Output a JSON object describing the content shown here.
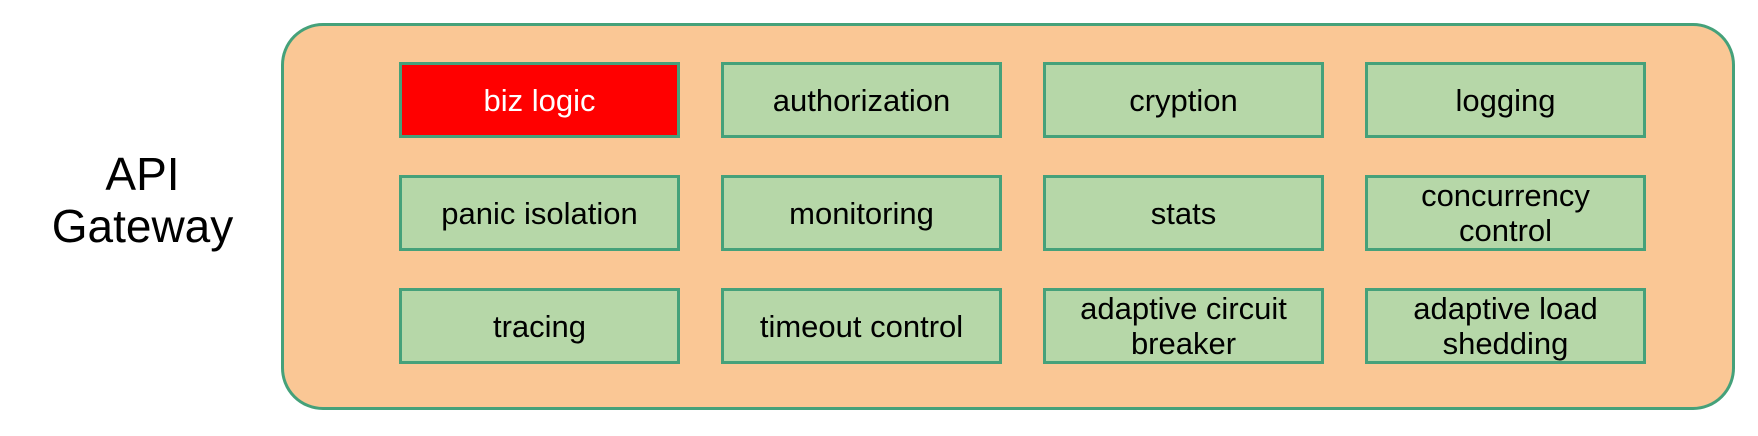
{
  "diagram": {
    "left_label": "API\nGateway",
    "container": {
      "name": "api-gateway-container",
      "fill_color": "#FAC795",
      "border_color": "#45A17A"
    },
    "box_style": {
      "fill_color": "#B6D7A8",
      "border_color": "#45A17A",
      "text_color": "#000000",
      "highlight_fill_color": "#FF0000",
      "highlight_text_color": "#FFFFFF"
    },
    "rows": [
      {
        "row_index": 1,
        "boxes": [
          {
            "label": "biz logic",
            "highlight": true
          },
          {
            "label": "authorization",
            "highlight": false
          },
          {
            "label": "cryption",
            "highlight": false
          },
          {
            "label": "logging",
            "highlight": false
          }
        ]
      },
      {
        "row_index": 2,
        "boxes": [
          {
            "label": "panic isolation",
            "highlight": false
          },
          {
            "label": "monitoring",
            "highlight": false
          },
          {
            "label": "stats",
            "highlight": false
          },
          {
            "label": "concurrency\ncontrol",
            "highlight": false
          }
        ]
      },
      {
        "row_index": 3,
        "boxes": [
          {
            "label": "tracing",
            "highlight": false
          },
          {
            "label": "timeout control",
            "highlight": false
          },
          {
            "label": "adaptive circuit\nbreaker",
            "highlight": false
          },
          {
            "label": "adaptive load\nshedding",
            "highlight": false
          }
        ]
      }
    ]
  }
}
